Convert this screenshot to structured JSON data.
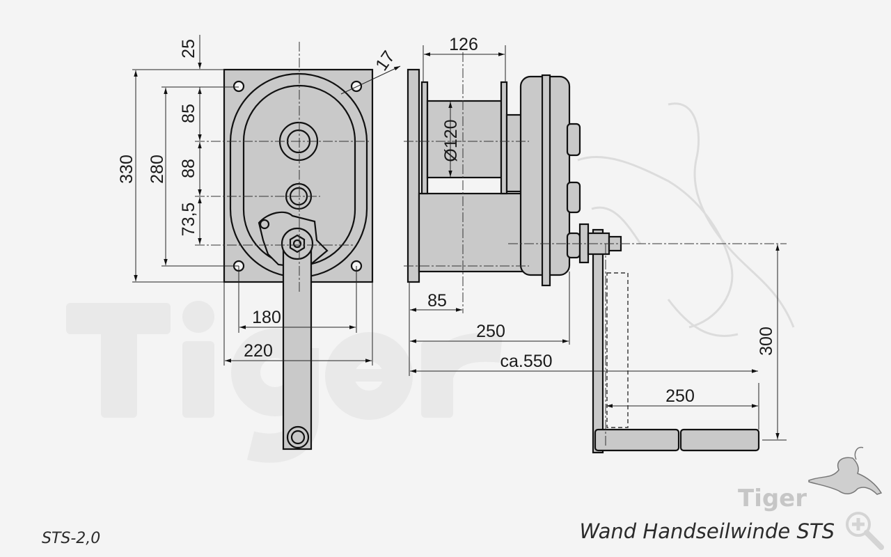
{
  "drawing": {
    "front_view": {
      "dims": {
        "top_offset": "25",
        "hole_spacing": "17",
        "height_85": "85",
        "height_88": "88",
        "height_73_5": "73,5",
        "total_330": "330",
        "holes_280": "280",
        "width_180": "180",
        "width_220": "220"
      }
    },
    "side_view": {
      "dims": {
        "drum_width": "126",
        "drum_diameter": "Ø120",
        "offset_85": "85",
        "depth_250": "250",
        "overall": "ca.550",
        "crank_length": "250",
        "crank_radius": "300"
      }
    }
  },
  "watermark": {
    "text": "Tiger"
  },
  "logo": {
    "text": "Tiger"
  },
  "footer": {
    "model": "STS-2,0",
    "title": "Wand Handseilwinde STS",
    "zoom_icon": "magnifier-plus-icon"
  }
}
